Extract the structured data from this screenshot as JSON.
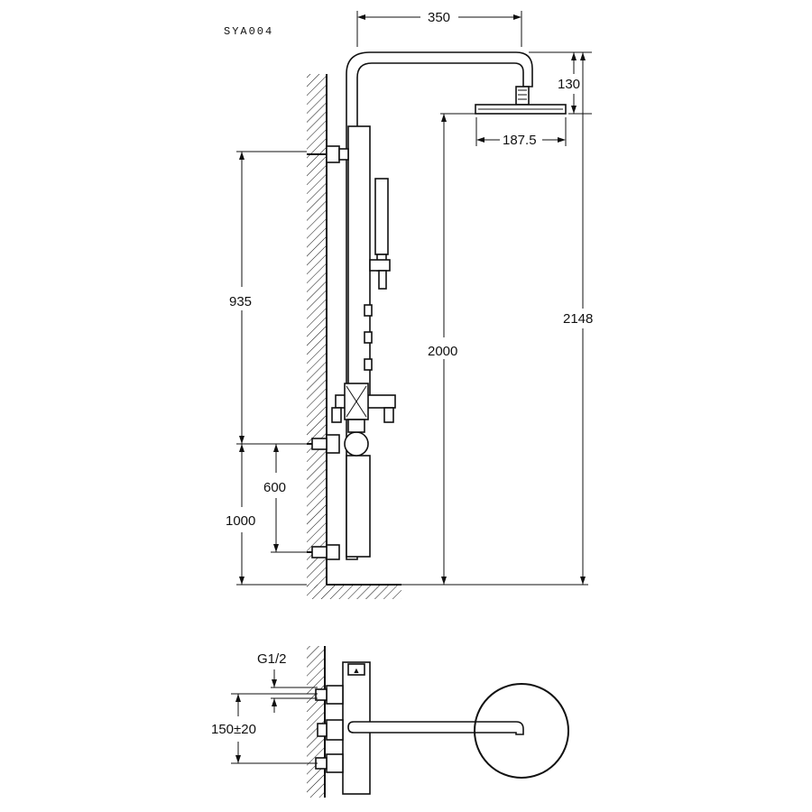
{
  "model_code": "SYA004",
  "dimensions": {
    "arm_length": "350",
    "head_drop": "130",
    "head_radius": "187.5",
    "total_height": "2148",
    "head_height": "2000",
    "upper_span": "935",
    "inlet_height": "1000",
    "inlet_spacing": "600",
    "thread": "G1/2",
    "inlet_centres": "150±20"
  }
}
